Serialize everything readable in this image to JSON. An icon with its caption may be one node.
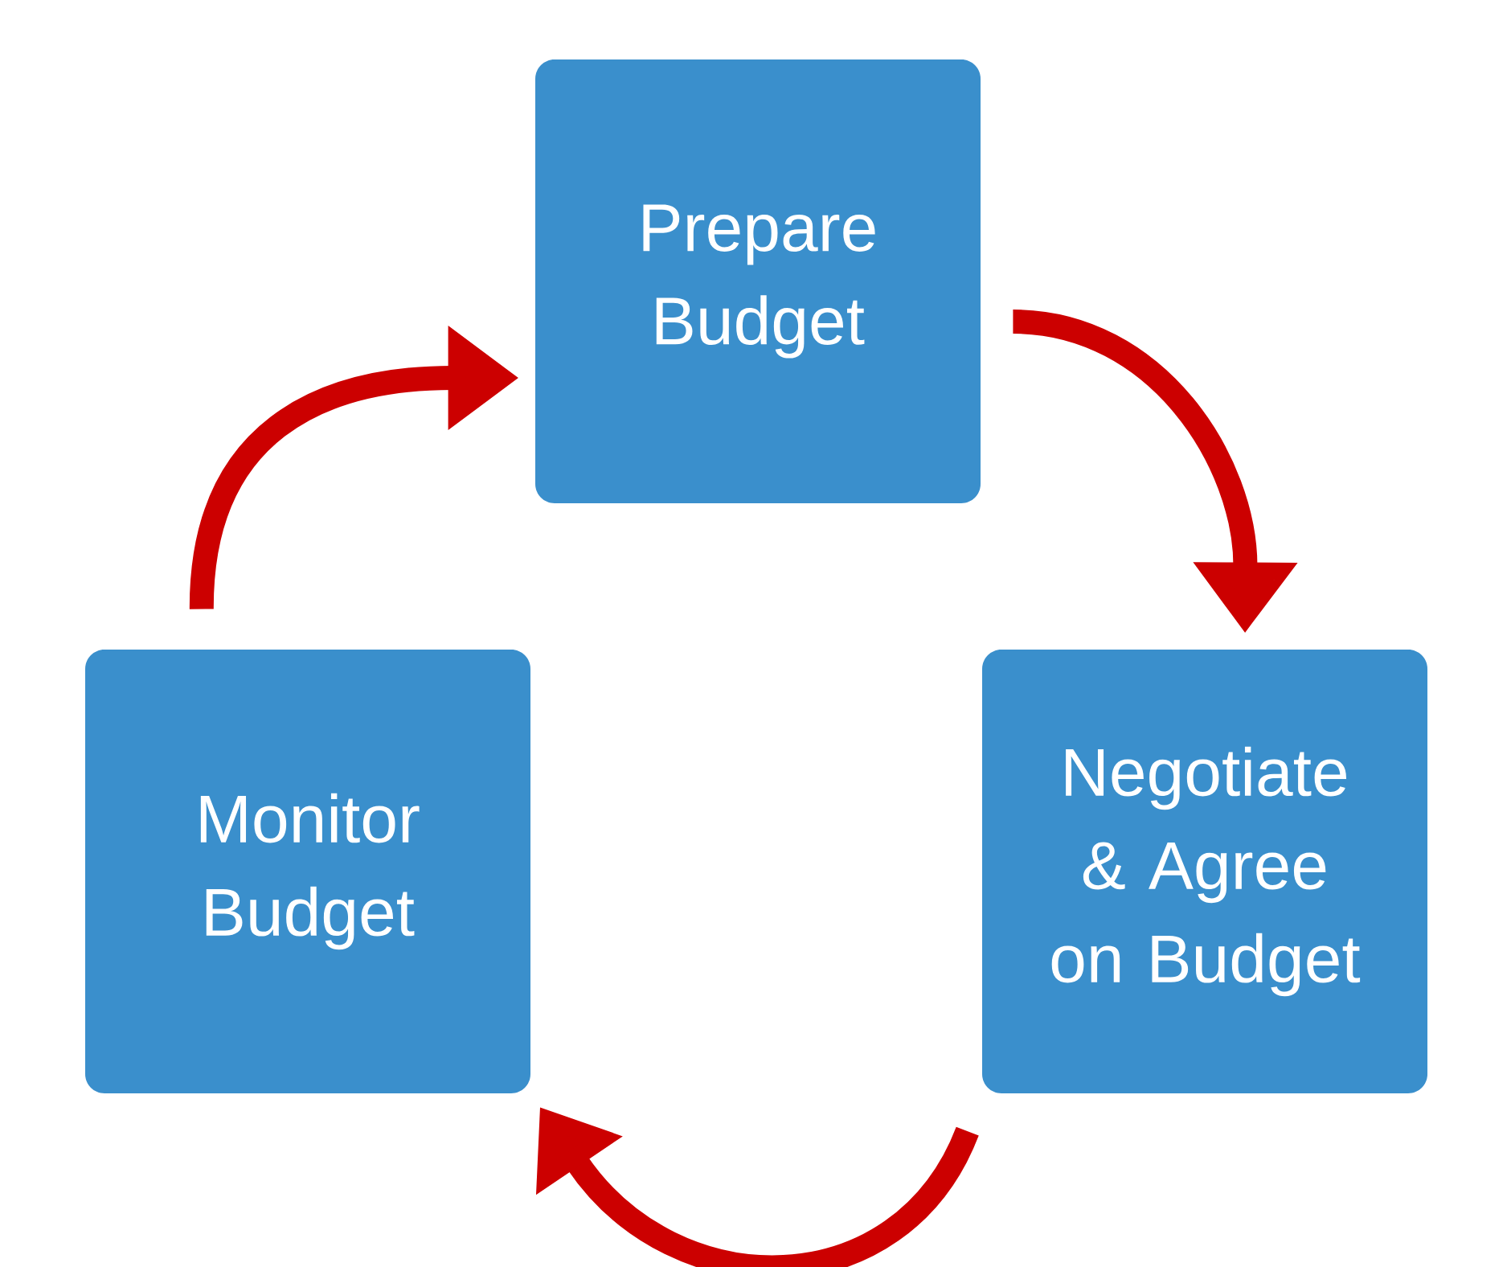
{
  "diagram": {
    "nodes": [
      {
        "text": [
          "Prepare Budget"
        ]
      },
      {
        "text": [
          "Negotiate & Agree on Budget"
        ]
      },
      {
        "text": [
          "Monitor Budget"
        ]
      }
    ],
    "edges": [
      {
        "from": 0,
        "to": 1,
        "arrow": "to"
      },
      {
        "from": 1,
        "to": 2,
        "arrow": "to"
      },
      {
        "from": 2,
        "to": 0,
        "arrow": "to"
      }
    ]
  }
}
